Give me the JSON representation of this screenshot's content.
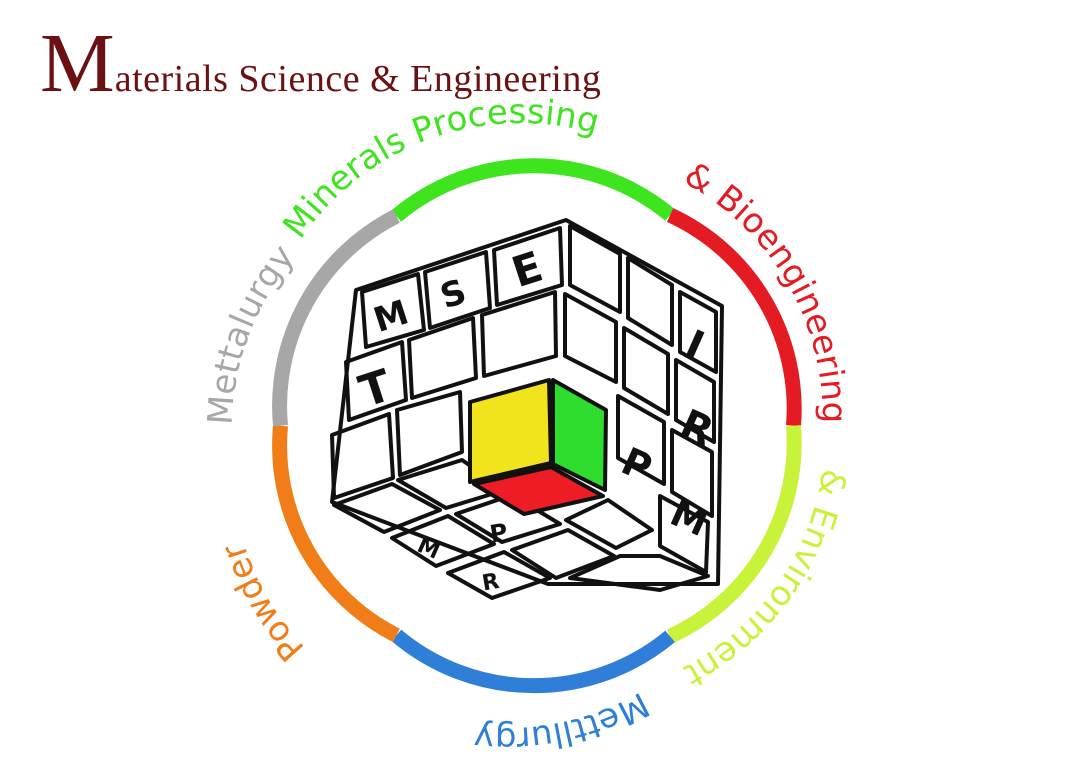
{
  "title": {
    "first_letter": "M",
    "rest": "aterials Science  & Engineering"
  },
  "colors": {
    "title": "#6b1111",
    "green": "#3ee51f",
    "red": "#e51b23",
    "yellowgreen": "#c9f23a",
    "blue": "#2f7fd8",
    "orange": "#f07d17",
    "gray": "#a7a7a7",
    "yellow": "#f2e41c",
    "tile_red": "#ee1c24",
    "tile_green": "#2fdd2f"
  },
  "ring_labels": {
    "minerals": "Minerals Processing",
    "bio": "& Bioengineering",
    "env": "& Environment",
    "met": "Mettllurgy",
    "powder": "Powder",
    "mettalurgy": "Mettalurgy"
  },
  "cube_letters": {
    "top": [
      "M",
      "S",
      "E"
    ],
    "left": [
      "T"
    ],
    "right": [
      "I",
      "R",
      "P",
      "M"
    ],
    "bottom": [
      "M",
      "P",
      "R"
    ]
  }
}
